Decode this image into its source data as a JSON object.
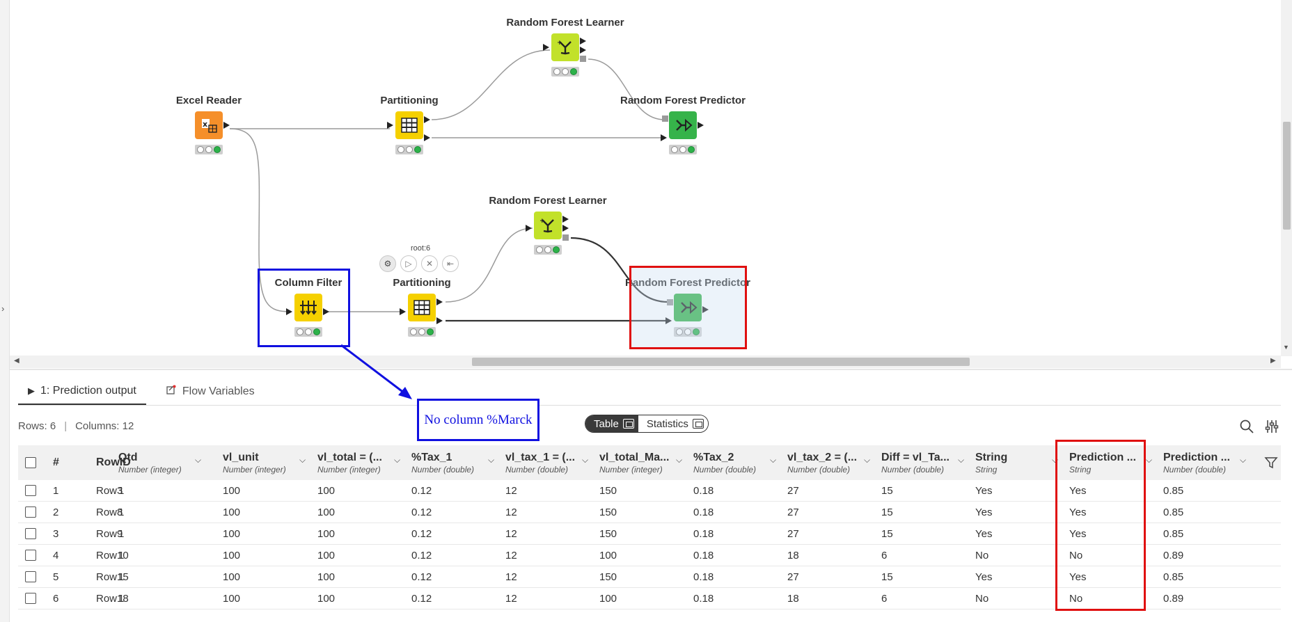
{
  "canvas": {
    "nodes": [
      {
        "id": "excel-reader",
        "title": "Excel Reader",
        "color": "#f58f2a",
        "icon": "excel-reader-icon"
      },
      {
        "id": "partitioning-top",
        "title": "Partitioning",
        "color": "#f5d000",
        "icon": "partitioning-icon"
      },
      {
        "id": "rf-learner-top",
        "title": "Random Forest Learner",
        "color": "#c2e12a",
        "icon": "random-forest-learner-icon"
      },
      {
        "id": "rf-predictor-top",
        "title": "Random Forest Predictor",
        "color": "#36b34a",
        "icon": "random-forest-predictor-icon"
      },
      {
        "id": "column-filter",
        "title": "Column Filter",
        "color": "#f5d000",
        "icon": "column-filter-icon"
      },
      {
        "id": "partitioning-bottom",
        "title": "Partitioning",
        "color": "#f5d000",
        "icon": "partitioning-icon"
      },
      {
        "id": "rf-learner-bottom",
        "title": "Random Forest Learner",
        "color": "#c2e12a",
        "icon": "random-forest-learner-icon"
      },
      {
        "id": "rf-predictor-bottom",
        "title": "Random Forest Predictor",
        "color": "#36b34a",
        "icon": "random-forest-predictor-icon"
      }
    ],
    "root_label": "root:6",
    "annotation_note": "No column %Marck"
  },
  "panel": {
    "tabs": [
      {
        "label": "1: Prediction output",
        "icon": "play-icon",
        "active": true
      },
      {
        "label": "Flow Variables",
        "icon": "flow-variables-icon",
        "active": false
      }
    ],
    "rows_label": "Rows: 6",
    "separator": "|",
    "columns_label": "Columns: 12",
    "view_switch": {
      "table": "Table",
      "statistics": "Statistics"
    }
  },
  "table": {
    "index_header": "#",
    "rowid_header": "RowID",
    "columns": [
      {
        "name": "Qtd",
        "type": "Number (integer)"
      },
      {
        "name": "vl_unit",
        "type": "Number (integer)"
      },
      {
        "name": "vl_total = (...",
        "type": "Number (integer)"
      },
      {
        "name": "%Tax_1",
        "type": "Number (double)"
      },
      {
        "name": "vl_tax_1 = (...",
        "type": "Number (double)"
      },
      {
        "name": "vl_total_Ma...",
        "type": "Number (integer)"
      },
      {
        "name": "%Tax_2",
        "type": "Number (double)"
      },
      {
        "name": "vl_tax_2 = (...",
        "type": "Number (double)"
      },
      {
        "name": "Diff = vl_Ta...",
        "type": "Number (double)"
      },
      {
        "name": "String",
        "type": "String"
      },
      {
        "name": "Prediction ...",
        "type": "String"
      },
      {
        "name": "Prediction ...",
        "type": "Number (double)"
      }
    ],
    "rows": [
      {
        "idx": "1",
        "rowid": "Row3",
        "cells": [
          "1",
          "100",
          "100",
          "0.12",
          "12",
          "150",
          "0.18",
          "27",
          "15",
          "Yes",
          "Yes",
          "0.85"
        ]
      },
      {
        "idx": "2",
        "rowid": "Row8",
        "cells": [
          "1",
          "100",
          "100",
          "0.12",
          "12",
          "150",
          "0.18",
          "27",
          "15",
          "Yes",
          "Yes",
          "0.85"
        ]
      },
      {
        "idx": "3",
        "rowid": "Row9",
        "cells": [
          "1",
          "100",
          "100",
          "0.12",
          "12",
          "150",
          "0.18",
          "27",
          "15",
          "Yes",
          "Yes",
          "0.85"
        ]
      },
      {
        "idx": "4",
        "rowid": "Row10",
        "cells": [
          "1",
          "100",
          "100",
          "0.12",
          "12",
          "100",
          "0.18",
          "18",
          "6",
          "No",
          "No",
          "0.89"
        ]
      },
      {
        "idx": "5",
        "rowid": "Row15",
        "cells": [
          "1",
          "100",
          "100",
          "0.12",
          "12",
          "150",
          "0.18",
          "27",
          "15",
          "Yes",
          "Yes",
          "0.85"
        ]
      },
      {
        "idx": "6",
        "rowid": "Row18",
        "cells": [
          "1",
          "100",
          "100",
          "0.12",
          "12",
          "100",
          "0.18",
          "18",
          "6",
          "No",
          "No",
          "0.89"
        ]
      }
    ]
  }
}
